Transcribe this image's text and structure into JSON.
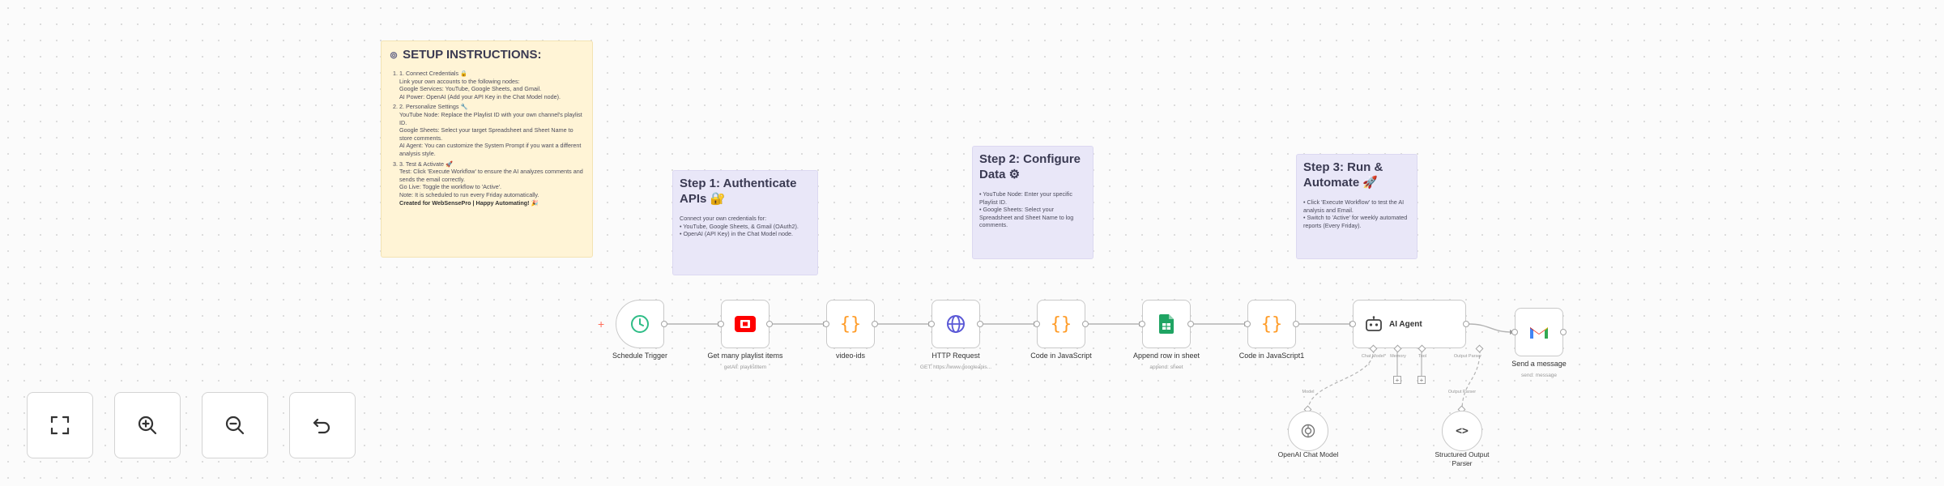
{
  "setup_note": {
    "title": "SETUP INSTRUCTIONS:",
    "items": [
      {
        "head": "1. Connect Credentials 🔒",
        "lines": [
          "Link your own accounts to the following nodes:",
          "Google Services: YouTube, Google Sheets, and Gmail.",
          "AI Power: OpenAI (Add your API Key in the Chat Model node)."
        ]
      },
      {
        "head": "2. Personalize Settings 🔧",
        "lines": [
          "YouTube Node: Replace the Playlist ID with your own channel's playlist ID.",
          "Google Sheets: Select your target Spreadsheet and Sheet Name to store comments.",
          "AI Agent: You can customize the System Prompt if you want a different analysis style."
        ]
      },
      {
        "head": "3. Test & Activate 🚀",
        "lines": [
          "Test: Click 'Execute Workflow' to ensure the AI analyzes comments and sends the email correctly.",
          "Go Live: Toggle the workflow to 'Active'.",
          "Note: It is scheduled to run every Friday automatically."
        ]
      }
    ],
    "credit": "Created for WebSensePro | Happy Automating! 🎉"
  },
  "steps": [
    {
      "title": "Step 1: Authenticate APIs 🔐",
      "lines": [
        "Connect your own credentials for:",
        "• YouTube, Google Sheets, & Gmail (OAuth2).",
        "• OpenAI (API Key) in the Chat Model node."
      ]
    },
    {
      "title": "Step 2: Configure Data ⚙",
      "lines": [
        "• YouTube Node: Enter your specific Playlist ID.",
        "• Google Sheets: Select your Spreadsheet and Sheet Name to log comments."
      ]
    },
    {
      "title": "Step 3: Run & Automate 🚀",
      "lines": [
        "• Click 'Execute Workflow' to test the AI analysis and Email.",
        "• Switch to 'Active' for weekly automated reports (Every Friday)."
      ]
    }
  ],
  "nodes": {
    "schedule": {
      "label": "Schedule Trigger",
      "icon": "clock-icon"
    },
    "playlist": {
      "label": "Get many playlist items",
      "sub": "getAll: playlistItem",
      "icon": "youtube-icon"
    },
    "videoids": {
      "label": "video-ids",
      "icon": "code-braces-icon"
    },
    "http": {
      "label": "HTTP Request",
      "sub": "GET: https://www.googleapis...",
      "icon": "globe-icon"
    },
    "code1": {
      "label": "Code in JavaScript",
      "icon": "code-braces-icon"
    },
    "sheet": {
      "label": "Append row in sheet",
      "sub": "append: sheet",
      "icon": "google-sheets-icon"
    },
    "code2": {
      "label": "Code in JavaScript1",
      "icon": "code-braces-icon"
    },
    "agent": {
      "label": "AI Agent",
      "icon": "robot-icon",
      "port_chat": "Chat Model*",
      "port_memory": "Memory",
      "port_tool": "Tool",
      "port_parser": "Output Parser"
    },
    "gmail": {
      "label": "Send a message",
      "sub": "send: message",
      "icon": "gmail-icon"
    },
    "openai": {
      "label": "OpenAI Chat Model",
      "icon": "openai-icon",
      "port": "Model"
    },
    "parser": {
      "label": "Structured Output Parser",
      "icon": "code-angle-icon",
      "port": "Output Parser"
    }
  },
  "colors": {
    "canvas": "#fbfbfb",
    "sticky_yellow": "#fff4d6",
    "sticky_purple": "#e9e7f8",
    "trigger_green": "#2fbd87",
    "youtube_red": "#ff0000",
    "code_orange": "#ff9b26",
    "globe_blue": "#5a58d6",
    "sheets_green": "#1fa463",
    "add_plus": "#ff6d5a"
  },
  "controls": [
    {
      "name": "fit-view",
      "icon": "fullscreen-icon"
    },
    {
      "name": "zoom-in",
      "icon": "zoom-in-icon"
    },
    {
      "name": "zoom-out",
      "icon": "zoom-out-icon"
    },
    {
      "name": "reset-zoom",
      "icon": "undo-icon"
    }
  ]
}
